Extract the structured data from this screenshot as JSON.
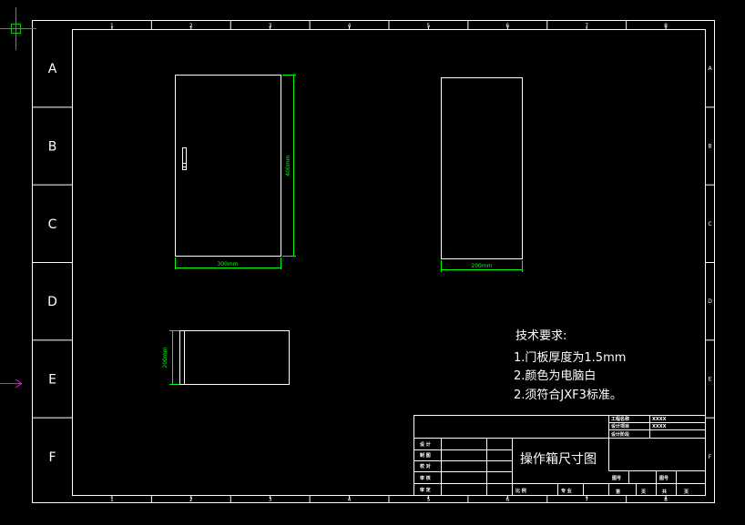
{
  "colors": {
    "background": "#000000",
    "line": "#ffffff",
    "dimension": "#00ff00",
    "cursor": "#ff00ff",
    "ucs": "#00cc00"
  },
  "grid": {
    "cols": [
      "1",
      "2",
      "3",
      "4",
      "5",
      "6",
      "7",
      "8"
    ],
    "rows": [
      "A",
      "B",
      "C",
      "D",
      "E",
      "F"
    ]
  },
  "dims": {
    "front_width": "300mm",
    "front_height": "400mm",
    "side_width": "200mm",
    "top_height": "200mm"
  },
  "notes": {
    "title": "技术要求:",
    "lines": [
      "1.门板厚度为1.5mm",
      "2.颜色为电脑白",
      "2.须符合JXF3标准。"
    ]
  },
  "title_block": {
    "drawing_title": "操作箱尺寸图",
    "roles": [
      "设 计",
      "制 图",
      "校 对",
      "审 核",
      "审 定"
    ],
    "top_labels": [
      "工程名称",
      "设计项目",
      "设计阶段"
    ],
    "top_values": [
      "XXXX",
      "XXXX"
    ],
    "footer": [
      "比 例",
      "专 业",
      "第",
      "页",
      "共",
      "页"
    ],
    "side_labels": [
      "图号",
      "图号"
    ]
  }
}
